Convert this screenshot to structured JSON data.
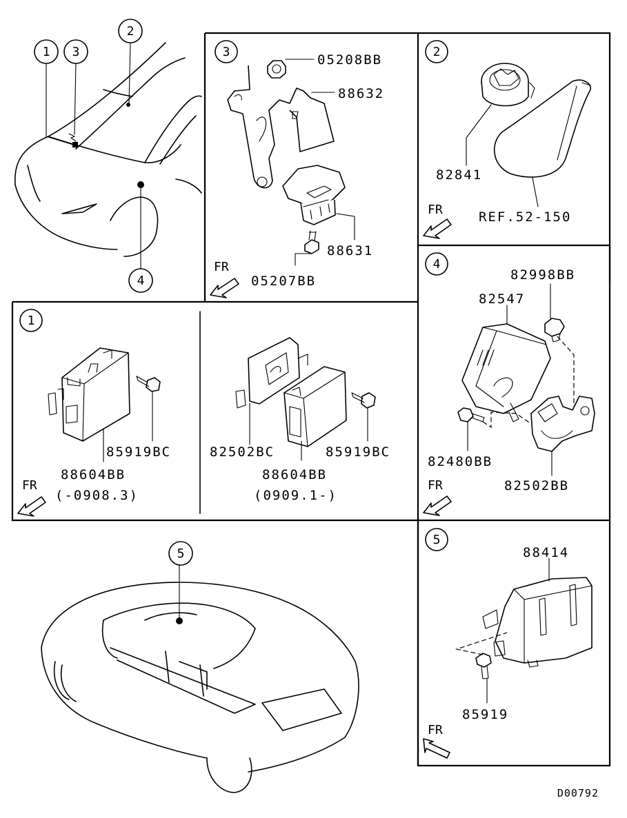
{
  "drawing_code": "D00792",
  "overview_callouts": [
    "1",
    "2",
    "3",
    "4"
  ],
  "rear_callouts": [
    "5"
  ],
  "panel3": {
    "index": "3",
    "fr": "FR",
    "parts": {
      "nut": "05208BB",
      "bracket": "88632",
      "module": "88631",
      "screw": "05207BB"
    }
  },
  "panel2": {
    "index": "2",
    "fr": "FR",
    "parts": {
      "ring": "82841",
      "ref": "REF.52-150"
    }
  },
  "panel1": {
    "index": "1",
    "fr": "FR",
    "left": {
      "bolt": "85919BC",
      "unit": "88604BB",
      "range": "(-0908.3)"
    },
    "right": {
      "bracket": "82502BC",
      "bolt": "85919BC",
      "unit": "88604BB",
      "range": "(0909.1-)"
    }
  },
  "panel4": {
    "index": "4",
    "fr": "FR",
    "parts": {
      "nut": "82998BB",
      "unit": "82547",
      "bolt": "82480BB",
      "bracket": "82502BB"
    }
  },
  "panel5": {
    "index": "5",
    "fr": "FR",
    "parts": {
      "unit": "88414",
      "bolt": "85919"
    }
  }
}
